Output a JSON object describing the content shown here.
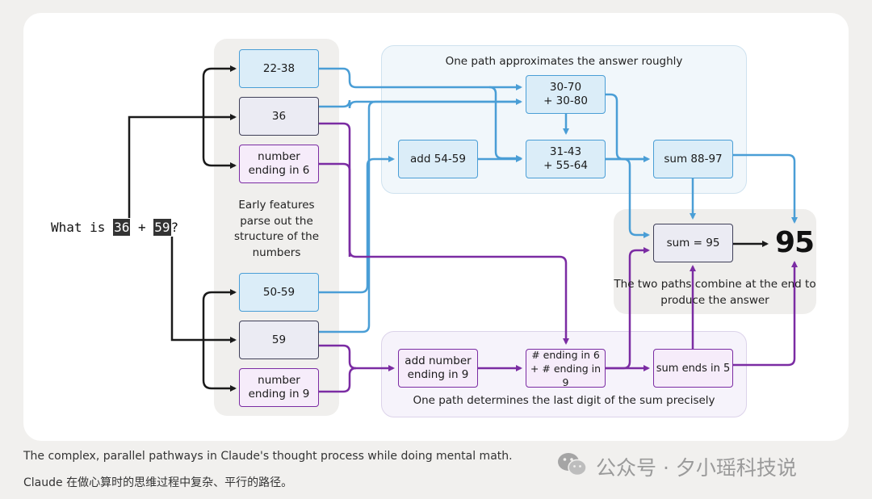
{
  "question": {
    "prefix": "What is ",
    "a": "36",
    "op": " + ",
    "b": "59",
    "suffix": "?"
  },
  "panels": {
    "early": "Early features parse out the structure of the numbers",
    "approx": "One path approximates the answer roughly",
    "digit": "One path determines the last digit of the sum precisely",
    "combine": "The two paths combine at the end to produce the answer"
  },
  "nodes": {
    "n_22_38": "22-38",
    "n_36": "36",
    "n_end6": "number\nending in 6",
    "n_50_59": "50-59",
    "n_59": "59",
    "n_end9": "number\nending in 9",
    "n_add54": "add 54-59",
    "n_3070": "30-70\n+ 30-80",
    "n_3143": "31-43\n+ 55-64",
    "n_sum8897": "sum 88-97",
    "n_addnum9": "add number\nending in 9",
    "n_hash": "# ending in 6\n+ # ending in 9",
    "n_sumends": "sum ends in 5",
    "n_sum95": "sum = 95"
  },
  "answer": "95",
  "caption_en": "The complex, parallel pathways in Claude's thought process while doing mental math.",
  "caption_zh": "Claude 在做心算时的思维过程中复杂、平行的路径。",
  "watermark": "公众号 · 夕小瑶科技说",
  "colors": {
    "blue": "#4a9ed6",
    "purple": "#7b2ca3",
    "dark": "#1a1a1a"
  }
}
